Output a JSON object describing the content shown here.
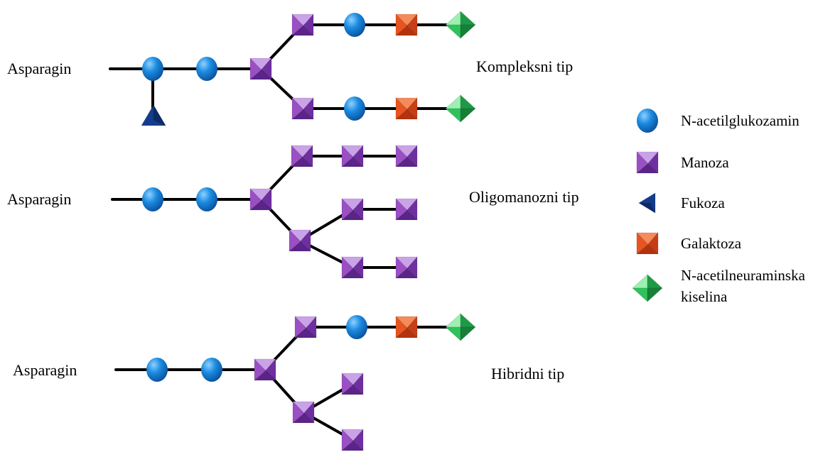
{
  "structures": [
    {
      "label": "Asparagin",
      "type_label": "Kompleksni tip"
    },
    {
      "label": "Asparagin",
      "type_label": "Oligomanozni tip"
    },
    {
      "label": "Asparagin",
      "type_label": "Hibridni tip"
    }
  ],
  "legend": [
    {
      "shape": "circle",
      "color": "#1a8be0",
      "lines": [
        "N-acetilglukozamin"
      ]
    },
    {
      "shape": "square",
      "color": "#9b4fc4",
      "lines": [
        "Manoza"
      ]
    },
    {
      "shape": "triangle",
      "color": "#143c8c",
      "lines": [
        "Fukoza"
      ]
    },
    {
      "shape": "square",
      "color": "#e85420",
      "lines": [
        "Galaktoza"
      ]
    },
    {
      "shape": "diamond",
      "color": "#2fc25a",
      "lines": [
        "N-acetilneuraminska",
        "kiselina"
      ]
    }
  ]
}
